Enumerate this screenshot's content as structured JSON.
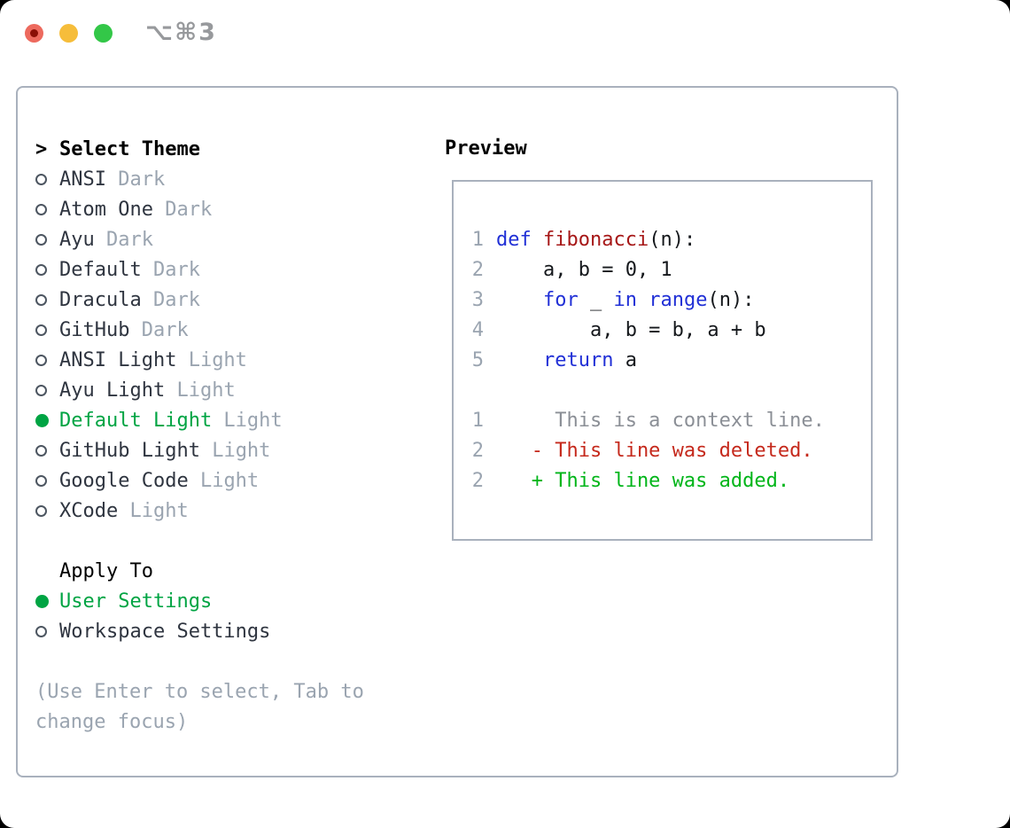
{
  "window": {
    "shortcut": "⌥⌘3",
    "traffic_lights": [
      {
        "name": "close",
        "color": "#ed6a5e",
        "dot_color": "#8a0f06"
      },
      {
        "name": "minimize",
        "color": "#f6bd3a",
        "dot_color": null
      },
      {
        "name": "zoom",
        "color": "#33c748",
        "dot_color": null
      }
    ]
  },
  "theme_panel": {
    "title_prefix": ">",
    "title": "Select Theme",
    "themes": [
      {
        "name": "ANSI",
        "variant": "Dark",
        "selected": false
      },
      {
        "name": "Atom One",
        "variant": "Dark",
        "selected": false
      },
      {
        "name": "Ayu",
        "variant": "Dark",
        "selected": false
      },
      {
        "name": "Default",
        "variant": "Dark",
        "selected": false
      },
      {
        "name": "Dracula",
        "variant": "Dark",
        "selected": false
      },
      {
        "name": "GitHub",
        "variant": "Dark",
        "selected": false
      },
      {
        "name": "ANSI Light",
        "variant": "Light",
        "selected": false
      },
      {
        "name": "Ayu Light",
        "variant": "Light",
        "selected": false
      },
      {
        "name": "Default Light",
        "variant": "Light",
        "selected": true
      },
      {
        "name": "GitHub Light",
        "variant": "Light",
        "selected": false
      },
      {
        "name": "Google Code",
        "variant": "Light",
        "selected": false
      },
      {
        "name": "XCode",
        "variant": "Light",
        "selected": false
      }
    ],
    "apply_to": {
      "title": "Apply To",
      "options": [
        {
          "label": "User Settings",
          "selected": true
        },
        {
          "label": "Workspace Settings",
          "selected": false
        }
      ]
    },
    "help_lines": [
      "(Use Enter to select, Tab to",
      "change focus)"
    ]
  },
  "preview": {
    "title": "Preview",
    "code_lines": [
      {
        "number": "1",
        "segments": [
          {
            "text": "def",
            "color": "keyword"
          },
          {
            "text": " ",
            "color": "plain"
          },
          {
            "text": "fibonacci",
            "color": "function"
          },
          {
            "text": "(n):",
            "color": "plain"
          }
        ]
      },
      {
        "number": "2",
        "segments": [
          {
            "text": "    a, b = 0, 1",
            "color": "plain"
          }
        ]
      },
      {
        "number": "3",
        "segments": [
          {
            "text": "    ",
            "color": "plain"
          },
          {
            "text": "for",
            "color": "keyword"
          },
          {
            "text": " _ ",
            "color": "plain"
          },
          {
            "text": "in",
            "color": "keyword"
          },
          {
            "text": " ",
            "color": "plain"
          },
          {
            "text": "range",
            "color": "keyword"
          },
          {
            "text": "(n):",
            "color": "plain"
          }
        ]
      },
      {
        "number": "4",
        "segments": [
          {
            "text": "        a, b = b, a + b",
            "color": "plain"
          }
        ]
      },
      {
        "number": "5",
        "segments": [
          {
            "text": "    ",
            "color": "plain"
          },
          {
            "text": "return",
            "color": "keyword"
          },
          {
            "text": " a",
            "color": "plain"
          }
        ]
      },
      {
        "number": "",
        "segments": []
      },
      {
        "number": "1",
        "segments": [
          {
            "text": "     This is a context line.",
            "color": "context"
          }
        ]
      },
      {
        "number": "2",
        "segments": [
          {
            "text": "   - This line was deleted.",
            "color": "deleted"
          }
        ]
      },
      {
        "number": "2",
        "segments": [
          {
            "text": "   + This line was added.",
            "color": "added"
          }
        ]
      }
    ]
  },
  "colors": {
    "accent_green": "#00a443",
    "keyword_blue": "#2130d6",
    "function_red": "#a61717",
    "deleted_red": "#c5291c",
    "added_green": "#00b519",
    "muted_gray": "#9aa4b0",
    "border_gray": "#a9b1bd"
  }
}
